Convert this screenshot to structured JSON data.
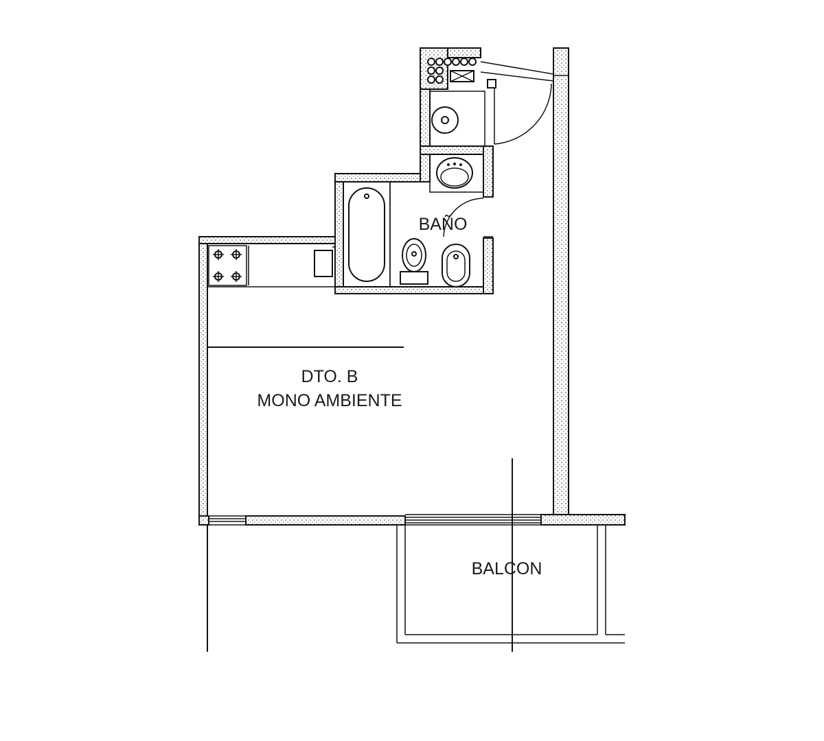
{
  "rooms": {
    "bano": "BAÑO",
    "unit_line_1": "DTO. B",
    "unit_line_2": "MONO AMBIENTE",
    "balcon": "BALCON"
  },
  "colors": {
    "line": "#111111",
    "wall_fill": "#ffffff",
    "wall_dots": "#555555"
  }
}
